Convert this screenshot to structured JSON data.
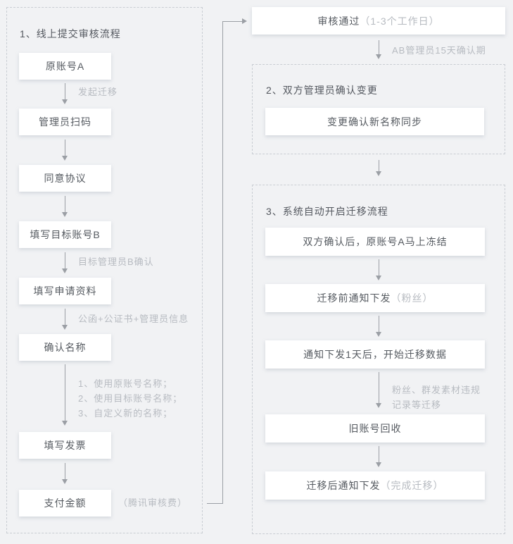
{
  "colors": {
    "background": "#f1f2f4",
    "node_background": "#ffffff",
    "text_dark": "#555a60",
    "text_light": "#b7bbc1",
    "line": "#9b9fa5",
    "dashed_border": "#c9cdd3"
  },
  "section1": {
    "title": "1、线上提交审核流程",
    "steps": [
      "原账号A",
      "管理员扫码",
      "同意协议",
      "填写目标账号B",
      "填写申请资料",
      "确认名称",
      "填写发票",
      "支付金额"
    ],
    "edge_labels": {
      "initiate": "发起迁移",
      "target_admin_confirm": "目标管理员B确认",
      "documents": "公函+公证书+管理员信息",
      "name_options": [
        "1、使用原账号名称；",
        "2、使用目标账号名称；",
        "3、自定义新的名称；"
      ],
      "fee_note": "（腾讯审核费）"
    }
  },
  "approval": {
    "text_main": "审核通过",
    "text_sub": "（1-3个工作日）",
    "edge_label": "AB管理员15天确认期"
  },
  "section2": {
    "title": "2、双方管理员确认变更",
    "steps": [
      "变更确认新名称同步"
    ]
  },
  "section3": {
    "title": "3、系统自动开启迁移流程",
    "steps": [
      {
        "main": "双方确认后，原账号A马上冻结",
        "sub": ""
      },
      {
        "main": "迁移前通知下发",
        "sub": "（粉丝）"
      },
      {
        "main": "通知下发1天后，开始迁移数据",
        "sub": ""
      },
      {
        "main": "旧账号回收",
        "sub": ""
      },
      {
        "main": "迁移后通知下发",
        "sub": "（完成迁移）"
      }
    ],
    "edge_label_migrate_line1": "粉丝、群发素材违规",
    "edge_label_migrate_line2": "记录等迁移"
  }
}
